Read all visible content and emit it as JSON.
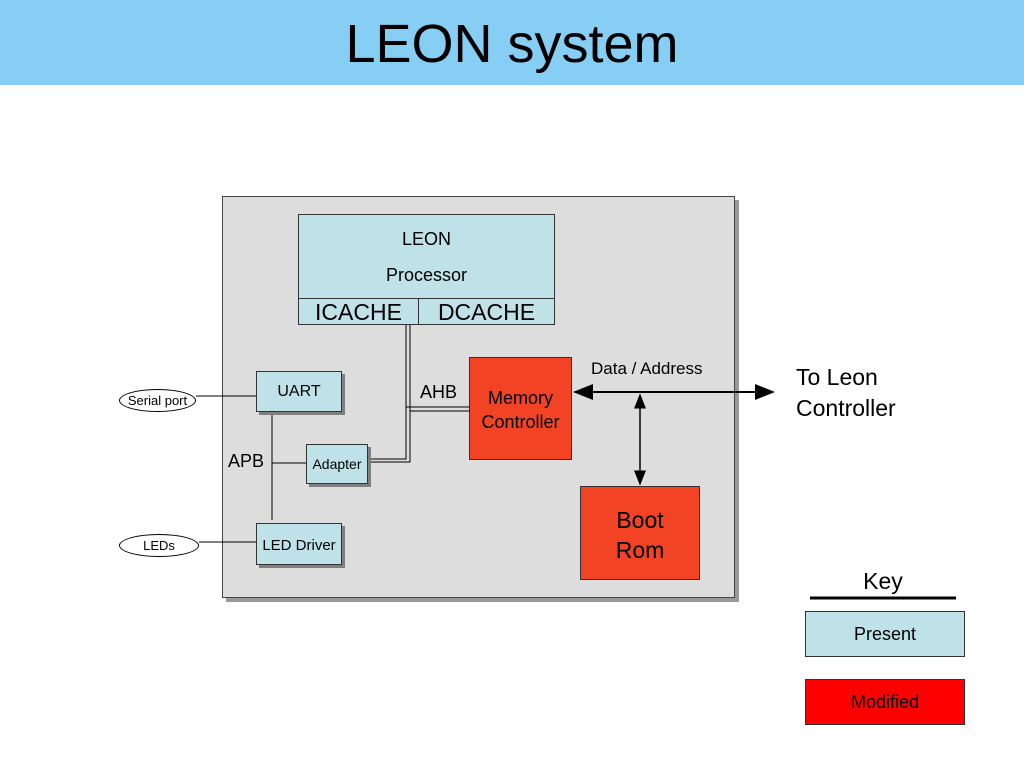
{
  "title": "LEON system",
  "processor": {
    "line1": "LEON",
    "line2": "Processor",
    "icache": "ICACHE",
    "dcache": "DCACHE"
  },
  "uart": "UART",
  "adapter": "Adapter",
  "led_driver": "LED Driver",
  "memory_controller": {
    "line1": "Memory",
    "line2": "Controller"
  },
  "boot_rom": {
    "line1": "Boot",
    "line2": "Rom"
  },
  "bus_labels": {
    "ahb": "AHB",
    "apb": "APB",
    "data_address": "Data / Address"
  },
  "external": {
    "serial_port": "Serial port",
    "leds": "LEDs",
    "to_leon_line1": "To Leon",
    "to_leon_line2": "Controller"
  },
  "key": {
    "title": "Key",
    "present": "Present",
    "modified": "Modified"
  },
  "colors": {
    "title_bar": "#87cef4",
    "present": "#bfe2e8",
    "modified_block": "#f24424",
    "modified_key": "#ff0000",
    "system_bg": "#dddddd"
  }
}
